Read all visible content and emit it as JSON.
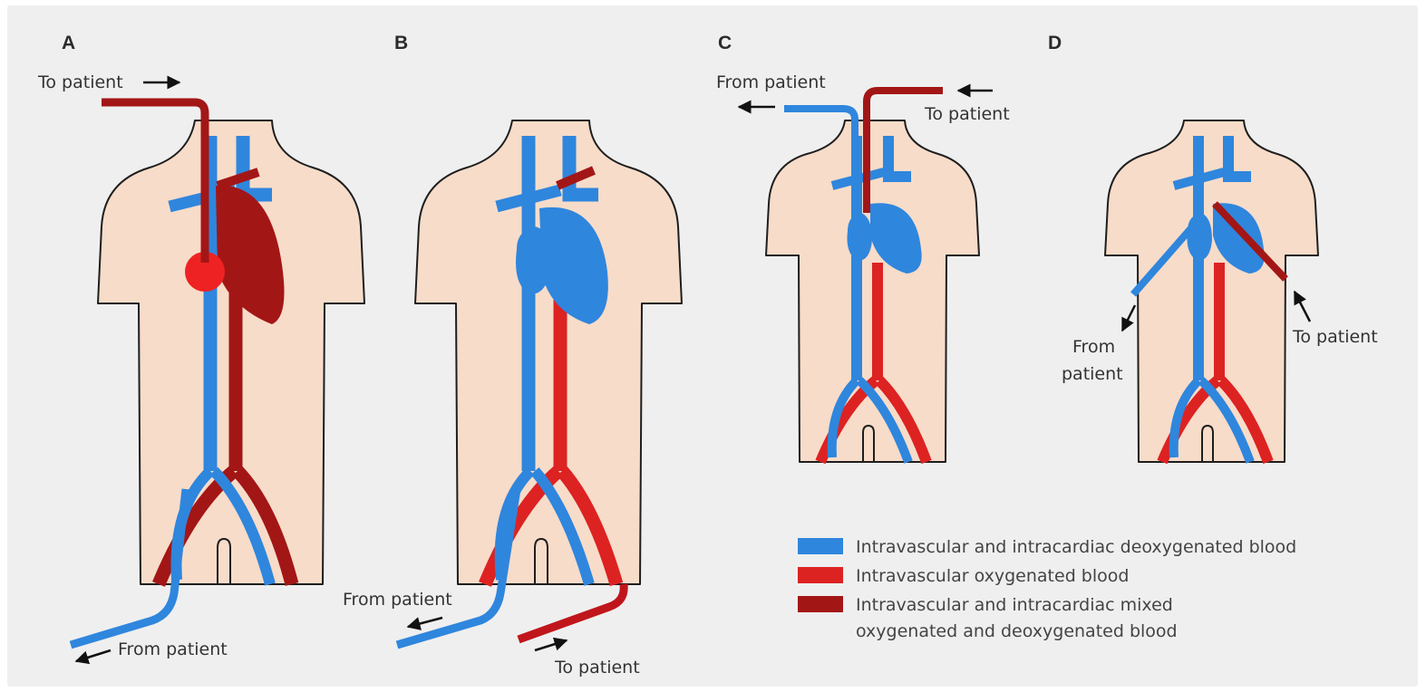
{
  "panels": [
    {
      "letter": "A",
      "labels": {
        "to_patient": "To patient",
        "from_patient": "From patient"
      }
    },
    {
      "letter": "B",
      "labels": {
        "to_patient": "To patient",
        "from_patient": "From patient"
      }
    },
    {
      "letter": "C",
      "labels": {
        "to_patient": "To patient",
        "from_patient": "From patient"
      }
    },
    {
      "letter": "D",
      "labels": {
        "to_patient": "To patient",
        "from_patient_line1": "From",
        "from_patient_line2": "patient"
      }
    }
  ],
  "legend": {
    "items": [
      {
        "lines": [
          "Intravascular and intracardiac deoxygenated blood"
        ],
        "color": "#2f86dd"
      },
      {
        "lines": [
          "Intravascular oxygenated blood"
        ],
        "color": "#dd2222"
      },
      {
        "lines": [
          "Intravascular and intracardiac mixed",
          "oxygenated and deoxygenated blood"
        ],
        "color": "#a31616"
      }
    ]
  },
  "colors": {
    "deoxygenated": "#2f86dd",
    "oxygenated": "#dd2222",
    "mixed": "#a31616",
    "skin": "#f7dcc9",
    "background": "#efefef"
  }
}
